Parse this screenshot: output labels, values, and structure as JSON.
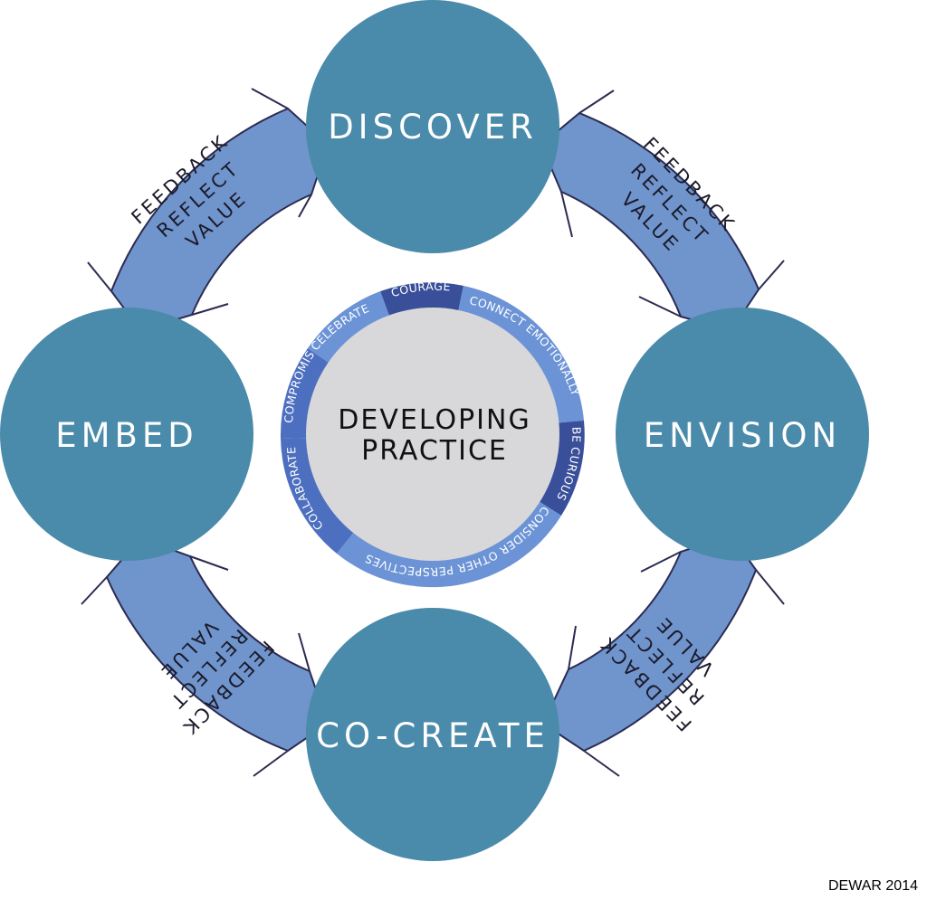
{
  "colors": {
    "circle": "#4a8aaa",
    "arrow_fill": "#7094cc",
    "arrow_stroke": "#2b2b52",
    "center_fill": "#d8d8da",
    "ring_dark": "#3a4f9a",
    "ring_mid": "#4d6fc0",
    "ring_light": "#6b93d6"
  },
  "stages": {
    "discover": "DISCOVER",
    "envision": "ENVISION",
    "co_create": "CO-CREATE",
    "embed": "EMBED"
  },
  "arrow_labels": {
    "line1": "FEEDBACK",
    "line2": "REFLECT",
    "line3": "VALUE"
  },
  "center": {
    "line1": "DEVELOPING",
    "line2": "PRACTICE"
  },
  "ring_segments": [
    "COURAGE",
    "CONNECT EMOTIONALLY",
    "BE CURIOUS",
    "CONSIDER OTHER PERSPECTIVES",
    "COLLABORATE",
    "COMPROMISE",
    "CELEBRATE"
  ],
  "credit": "DEWAR 2014"
}
